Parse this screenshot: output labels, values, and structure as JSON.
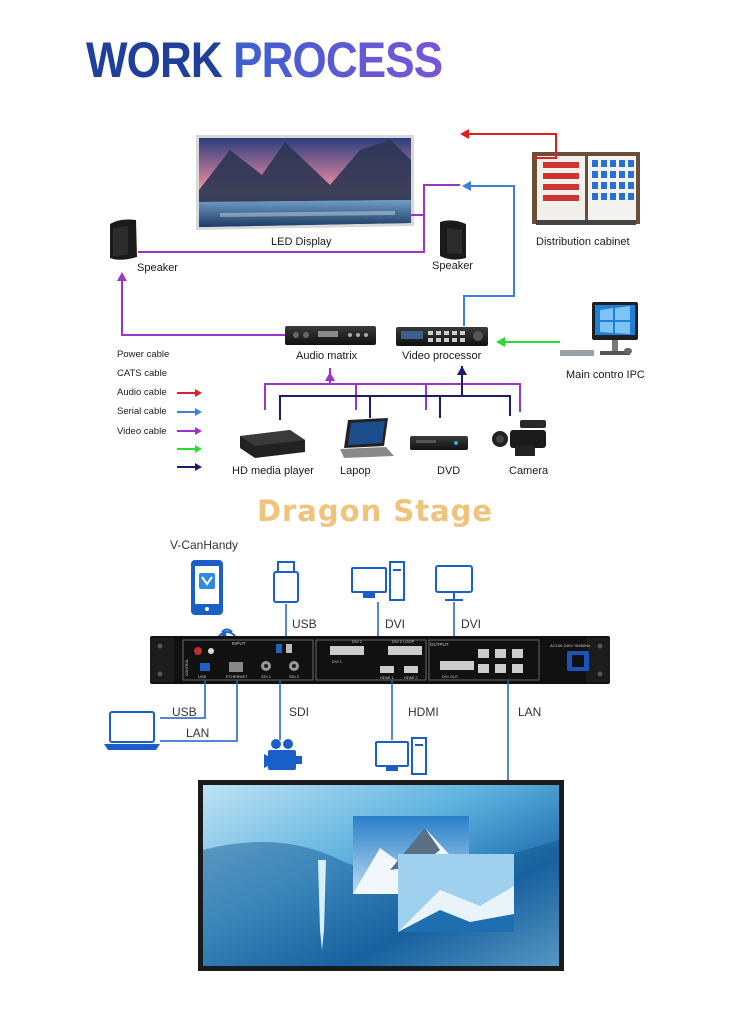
{
  "header": {
    "title_word1": "WORK",
    "title_word2": "PROCESS"
  },
  "top_diagram": {
    "led_display_label": "LED  Display",
    "distribution_cabinet_label": "Distribution cabinet",
    "speaker_left_label": "Speaker",
    "speaker_right_label": "Speaker",
    "audio_matrix_label": "Audio matrix",
    "video_processor_label": "Video processor",
    "main_control_label": "Main contro IPC",
    "sources": {
      "hd_media_player": "HD media player",
      "laptop": "Lapop",
      "dvd": "DVD",
      "camera": "Camera"
    },
    "legend": [
      {
        "label": "Power cable",
        "color": "#e02020"
      },
      {
        "label": "CATS cable",
        "color": "#3a7fd8"
      },
      {
        "label": "Audio cable",
        "color": "#9a35c8"
      },
      {
        "label": "Serial cable",
        "color": "#2ed82e"
      },
      {
        "label": "Video cable",
        "color": "#1c1c6e"
      }
    ],
    "colors": {
      "power": "#e02020",
      "cats": "#3a7fd8",
      "audio": "#9a35c8",
      "serial": "#2ed82e",
      "video": "#1c1c6e"
    }
  },
  "brand": {
    "text": "Dragon Stage"
  },
  "bottom_diagram": {
    "app_label": "V-CanHandy",
    "usb_top_label": "USB",
    "dvi_left_label": "DVI",
    "dvi_right_label": "DVI",
    "usb_bottom_label": "USB",
    "lan_left_label": "LAN",
    "sdi_label": "SDI",
    "hdmi_label": "HDMI",
    "lan_right_label": "LAN",
    "accent_color": "#1a5fc8",
    "device_panel": {
      "input_tag": "INPUT",
      "output_tag": "OUTPUT",
      "power_spec": "AC100-240V~50/60Hz",
      "dvi_in_label": "DVI 1",
      "dvi2_label": "DVI 2",
      "dvi_loop_label": "DVI 2 LOOP",
      "hdmi1_label": "HDMI 1",
      "hdmi2_label": "HDMI 2",
      "sdi1_label": "SDI 1",
      "sdi2_label": "SDI 2",
      "usb_label": "USB",
      "ethernet_label": "ETHERNET",
      "dvi_out_label": "DVI OUT",
      "control_label": "CONTROL"
    }
  }
}
